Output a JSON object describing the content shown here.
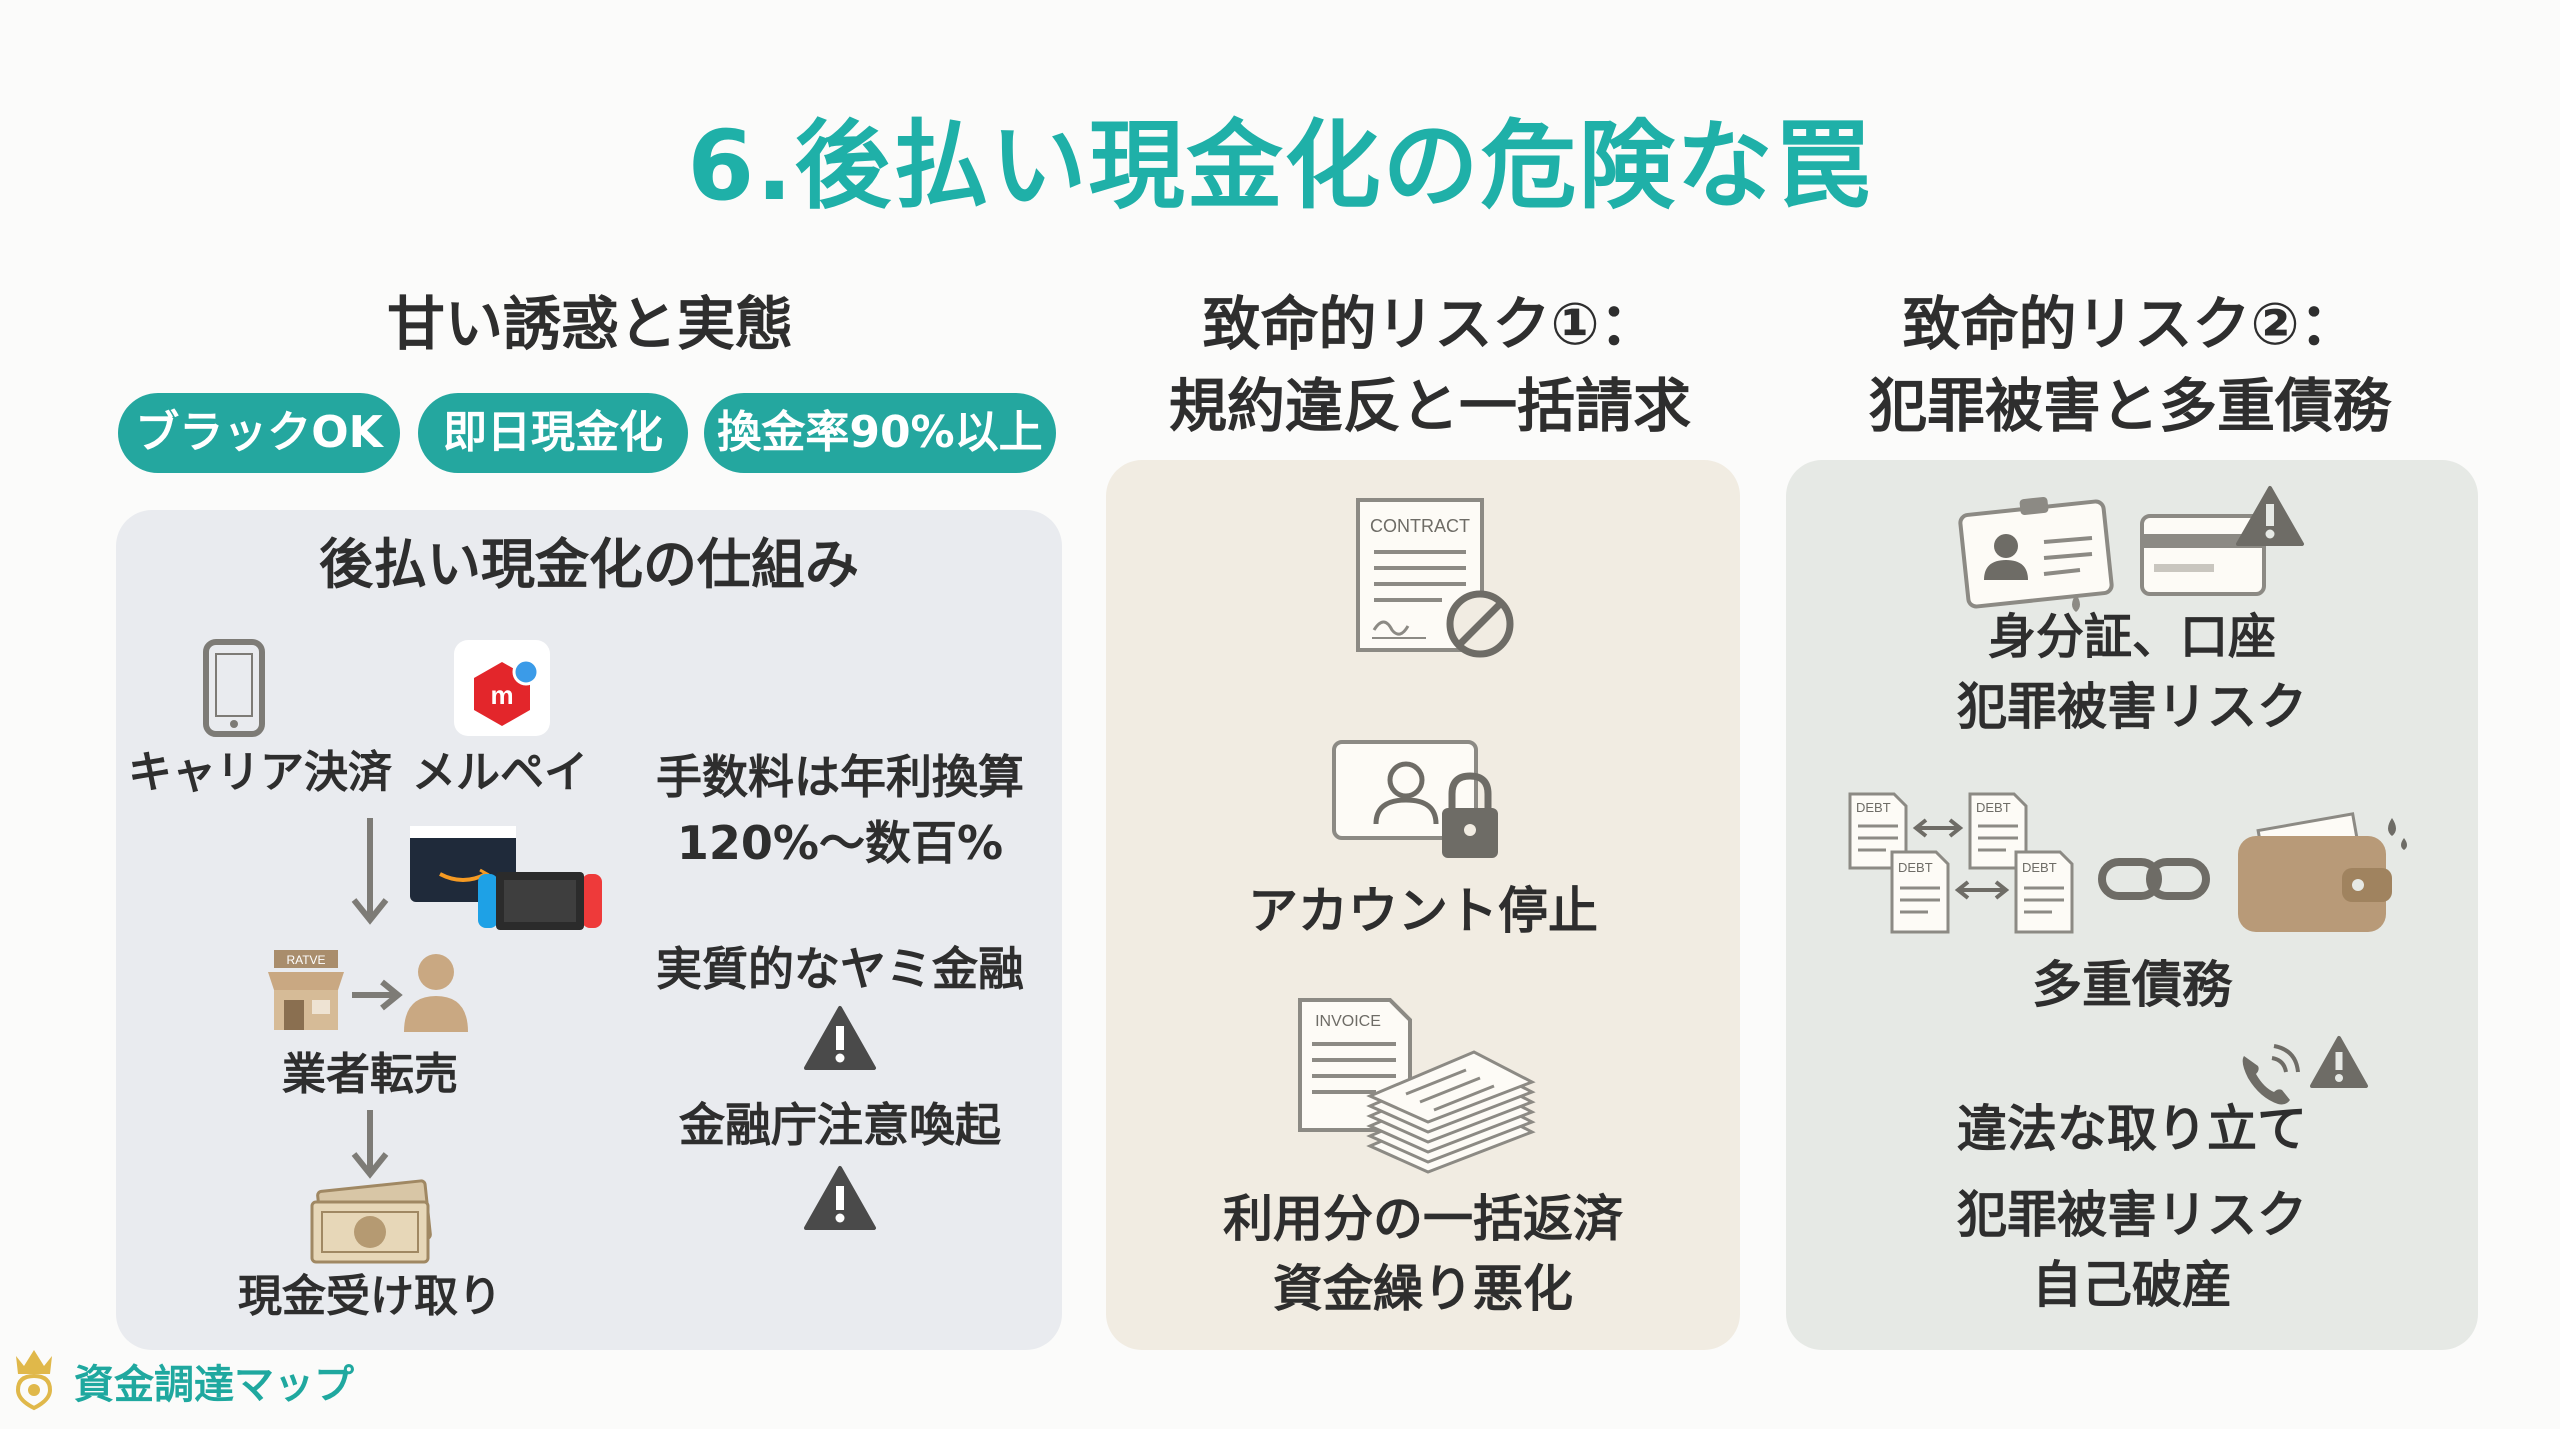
{
  "title": "6.後払い現金化の危険な罠",
  "columns": [
    {
      "heading_lines": [
        "甘い誘惑と実態"
      ],
      "pills": [
        "ブラックOK",
        "即日現金化",
        "換金率90%以上"
      ],
      "panel": {
        "title": "後払い現金化の仕組み",
        "flow": {
          "carrier": "キャリア決済",
          "merpay": "メルペイ",
          "resale": "業者転売",
          "cash": "現金受け取り"
        },
        "notes": {
          "fee_line1": "手数料は年利換算",
          "fee_line2": "120%〜数百%",
          "loan": "実質的なヤミ金融",
          "fsa": "金融庁注意喚起"
        },
        "store_sign": "RATVE"
      }
    },
    {
      "heading_lines": [
        "致命的リスク①：",
        "規約違反と一括請求"
      ],
      "items": {
        "contract_doc": "CONTRACT",
        "account": "アカウント停止",
        "invoice_doc": "INVOICE",
        "repay_line1": "利用分の一括返済",
        "repay_line2": "資金繰り悪化"
      }
    },
    {
      "heading_lines": [
        "致命的リスク②：",
        "犯罪被害と多重債務"
      ],
      "items": {
        "id_line1": "身分証、口座",
        "id_line2": "犯罪被害リスク",
        "debt_doc": "DEBT",
        "multi_debt": "多重債務",
        "collection": "違法な取り立て",
        "crime": "犯罪被害リスク",
        "bankruptcy": "自己破産"
      }
    }
  ],
  "brand": "資金調達マップ",
  "colors": {
    "accent": "#1fb0a8",
    "pill": "#24a79f",
    "panel1": "#e9ebef",
    "panel2": "#f1ece2",
    "panel3": "#e6e9e5",
    "icon": "#8c8a84",
    "wallet": "#b89a78",
    "merpay_red": "#e3262b"
  }
}
